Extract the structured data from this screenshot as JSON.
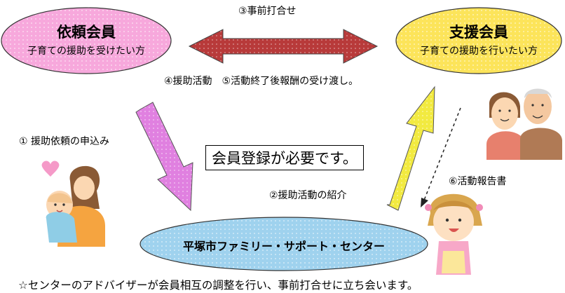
{
  "diagram": {
    "requester": {
      "title": "依頼会員",
      "subtitle": "子育ての援助を受けたい方",
      "color": "#f7a8dc"
    },
    "supporter": {
      "title": "支援会員",
      "subtitle": "子育ての援助を行いたい方",
      "color": "#fce45a"
    },
    "center": {
      "title": "平塚市ファミリー・サポート・センター",
      "color": "#9fd2ee"
    },
    "registration_note": "会員登録が必要です。",
    "steps": {
      "consult": "③事前打合せ",
      "activity": "④援助活動　⑤活動終了後報酬の受け渡し。",
      "application": "① 援助依頼の申込み",
      "introduction": "②援助活動の紹介",
      "report": "⑥活動報告書"
    },
    "footer": "☆センターのアドバイザーが会員相互の調整を行い、事前打合せに立ち会います。",
    "colors": {
      "double_arrow": "#b83a3a",
      "request_arrow": "#e080e0",
      "intro_arrow": "#f2ea40"
    },
    "illustrations": [
      "mother-and-baby-illustration",
      "elderly-couple-illustration",
      "girl-illustration",
      "heart-icon"
    ]
  }
}
